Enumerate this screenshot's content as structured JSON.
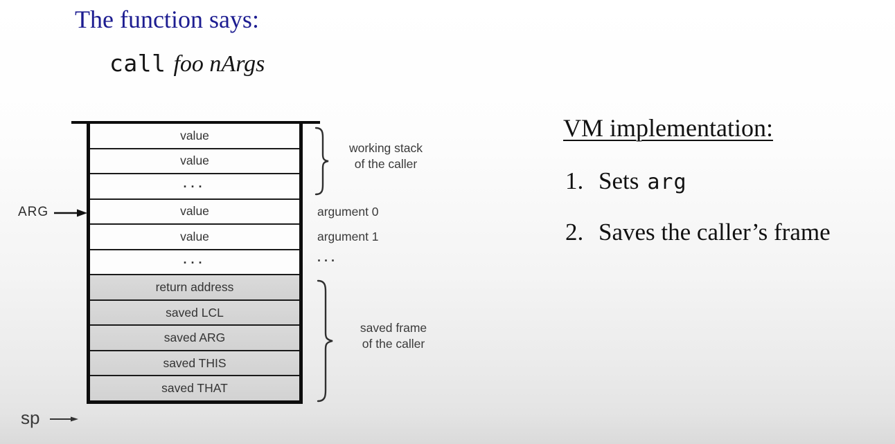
{
  "header": {
    "title": "The function says:",
    "code_keyword": "call",
    "code_args": "foo nArgs"
  },
  "stack": {
    "rows": [
      {
        "label": "value",
        "fill": "white"
      },
      {
        "label": "value",
        "fill": "white"
      },
      {
        "label": "...",
        "fill": "white"
      },
      {
        "label": "value",
        "fill": "white"
      },
      {
        "label": "value",
        "fill": "white"
      },
      {
        "label": "...",
        "fill": "white"
      },
      {
        "label": "return address",
        "fill": "gray"
      },
      {
        "label": "saved LCL",
        "fill": "gray"
      },
      {
        "label": "saved ARG",
        "fill": "gray"
      },
      {
        "label": "saved THIS",
        "fill": "gray"
      },
      {
        "label": "saved THAT",
        "fill": "gray"
      }
    ],
    "pointer_arg": "ARG",
    "pointer_sp": "sp",
    "side_labels": {
      "arg0": "argument 0",
      "arg1": "argument 1",
      "dots": "..."
    },
    "brace_working": {
      "line1": "working stack",
      "line2": "of the caller"
    },
    "brace_saved": {
      "line1": "saved frame",
      "line2": "of the caller"
    }
  },
  "vm": {
    "heading": "VM implementation:",
    "item1_number": "1.",
    "item1_text": "Sets",
    "item1_code": "arg",
    "item2_number": "2.",
    "item2_text": "Saves the caller’s frame"
  },
  "colors": {
    "title_blue": "#1d1d91",
    "gray_row": "#d6d6d6",
    "line_black": "#0d0d0d",
    "annotation_gray": "#3a3a3a"
  }
}
